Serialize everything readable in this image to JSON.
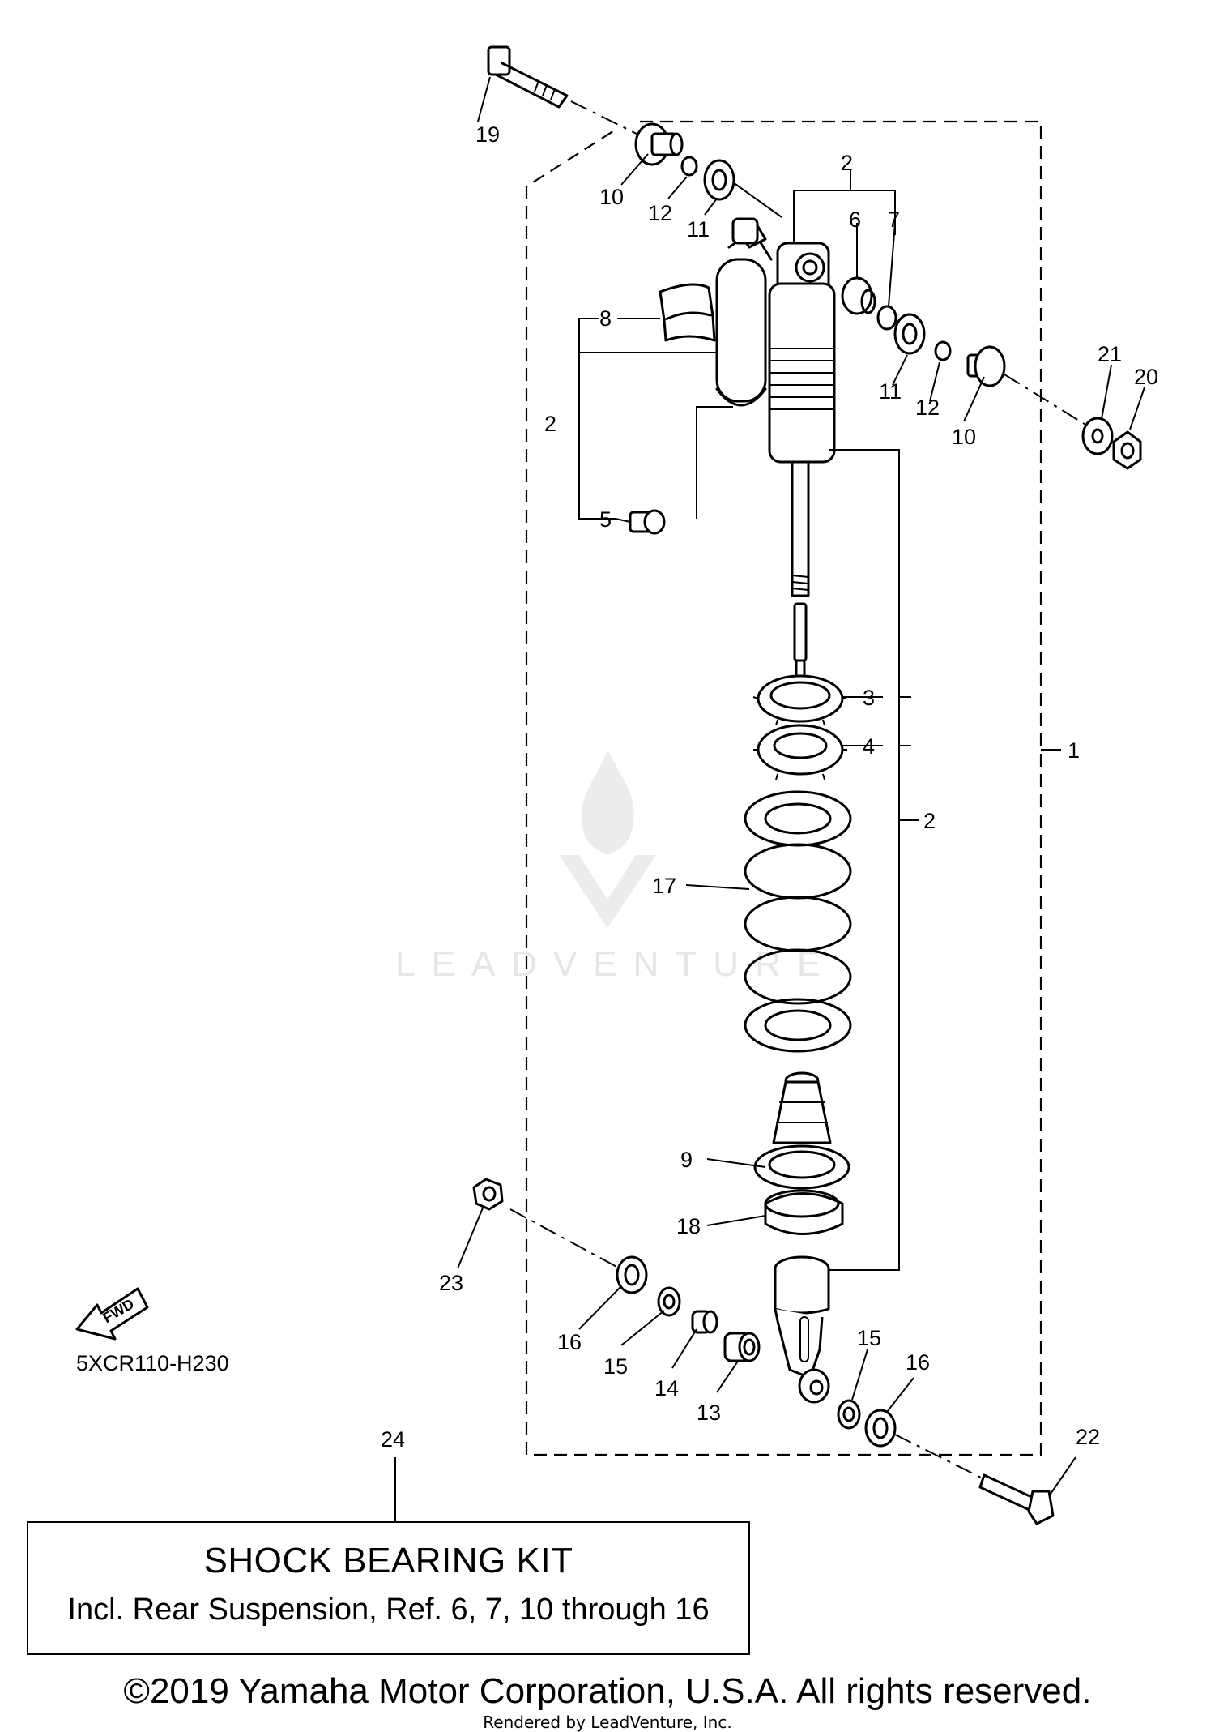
{
  "callouts": {
    "c1": "1",
    "c2a": "2",
    "c2b": "2",
    "c2c": "2",
    "c3": "3",
    "c4": "4",
    "c5": "5",
    "c6": "6",
    "c7": "7",
    "c8": "8",
    "c9": "9",
    "c10a": "10",
    "c10b": "10",
    "c11a": "11",
    "c11b": "11",
    "c12a": "12",
    "c12b": "12",
    "c13": "13",
    "c14": "14",
    "c15a": "15",
    "c15b": "15",
    "c16a": "16",
    "c16b": "16",
    "c17": "17",
    "c18": "18",
    "c19": "19",
    "c20": "20",
    "c21": "21",
    "c22": "22",
    "c23": "23",
    "c24": "24"
  },
  "fwd_label": "FWD",
  "drawing_code": "5XCR110-H230",
  "kit": {
    "title": "SHOCK BEARING KIT",
    "description": "Incl. Rear Suspension, Ref. 6, 7, 10 through 16"
  },
  "watermark": "LEADVENTURE",
  "copyright": "©2019 Yamaha Motor Corporation, U.S.A. All rights reserved.",
  "rendered_by": "Rendered by LeadVenture, Inc."
}
